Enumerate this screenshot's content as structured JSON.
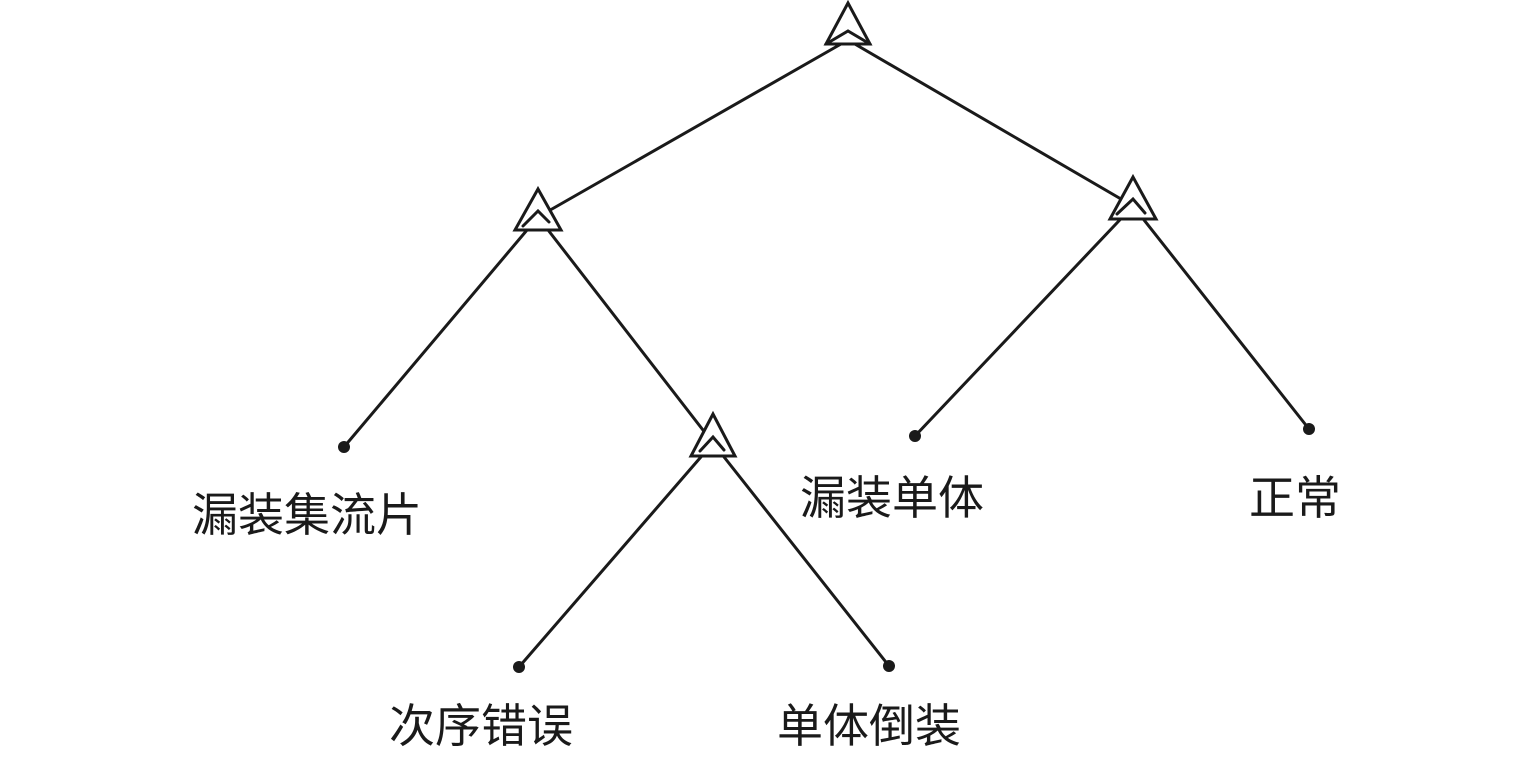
{
  "diagram": {
    "type": "binary-decision-tree",
    "colors": {
      "stroke": "#1a1a1a",
      "background": "#ffffff"
    },
    "leaves": {
      "leaf1": "漏装集流片",
      "leaf2": "次序错误",
      "leaf3": "单体倒装",
      "leaf4": "漏装单体",
      "leaf5": "正常"
    }
  }
}
